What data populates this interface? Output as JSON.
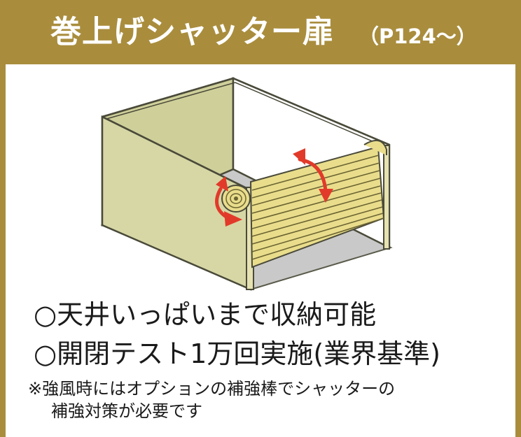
{
  "header": {
    "title": "巻上げシャッター扉",
    "page_ref": "（P124～）"
  },
  "features": [
    "○天井いっぱいまで収納可能",
    "○開閉テスト1万回実施(業界基準)"
  ],
  "note": {
    "line1": "※強風時にはオプションの補強棒でシャッターの",
    "line2": "補強対策が必要です"
  },
  "colors": {
    "header_bg": "#a98d3d",
    "wall": "#cfcf9a",
    "floor": "#c9c9c9",
    "shutter": "#e9dd8c",
    "arrow": "#e23a2a"
  }
}
